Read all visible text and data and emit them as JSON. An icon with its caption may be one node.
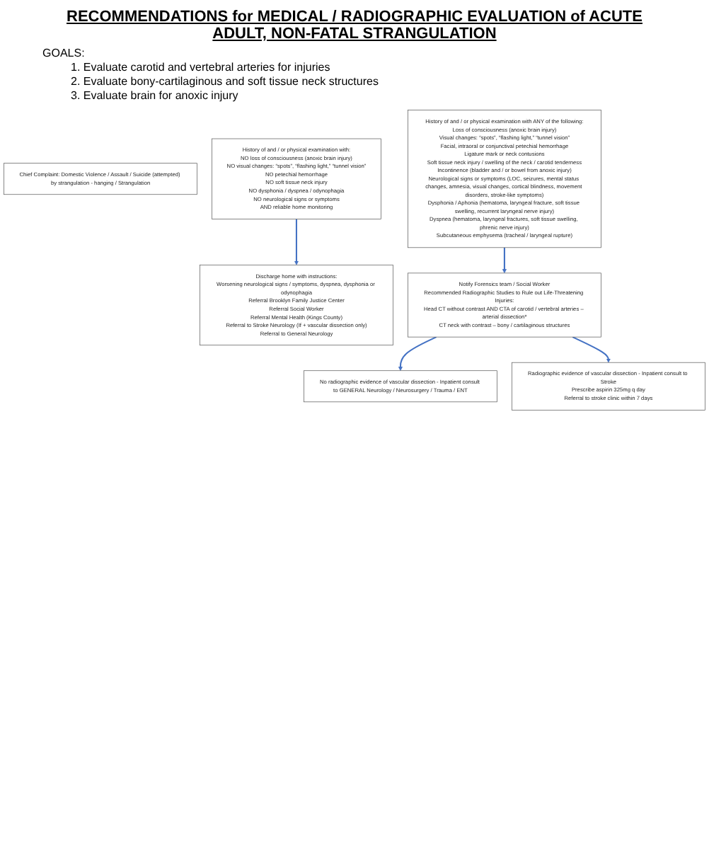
{
  "diagram": {
    "title": "RECOMMENDATIONS for MEDICAL / RADIOGRAPHIC EVALUATION of ACUTE ADULT, NON-FATAL STRANGULATION",
    "nodes": [
      {
        "text": [
          "Chief Complaint: Domestic Violence / Assault / Suicide (attempted) by strangulation - hanging / Strangulation"
        ]
      },
      {
        "text": [
          "History of and / or physical examination with ANY of the following:",
          "Loss of consciousness (anoxic brain injury)",
          "Visual changes: “spots”, “flashing light,” “tunnel vision”",
          "Facial, intraoral or conjunctival petechial hemorrhage",
          "Ligature mark or neck contusions",
          "Soft tissue neck injury / swelling of the neck / carotid tenderness",
          "Incontinence (bladder and / or bowel from anoxic injury)",
          "Neurological signs or symptoms (LOC, seizures, mental status changes, amnesia, visual changes, cortical blindness, movement disorders, stroke-like symptoms)",
          "Dysphonia / Aphonia (hematoma, laryngeal fracture, soft tissue swelling, recurrent laryngeal nerve injury)",
          "Dyspnea (hematoma, laryngeal fractures, soft tissue swelling, phrenic nerve injury)",
          "Subcutaneous emphysema (tracheal / laryngeal rupture)"
        ]
      },
      {
        "text": [
          "History of and / or physical examination with:",
          "NO loss of consciousness (anoxic brain injury)",
          "NO visual changes: “spots”, “flashing light,” “tunnel vision”",
          "NO petechial hemorrhage",
          "NO soft tissue neck injury",
          "NO dysphonia / dyspnea / odynophagia",
          "NO neurological signs or symptoms",
          "AND reliable home monitoring"
        ]
      },
      {
        "text": [
          "Discharge home with instructions:",
          "Worsening neurological signs / symptoms, dyspnea, dysphonia or odynophagia",
          "Referral Brooklyn Family Justice Center",
          "Referral Social Worker",
          "Referral Mental Health (Kings County)",
          "Referral to Stroke Neurology (If + vascular dissection only)",
          "Referral to General Neurology"
        ]
      },
      {
        "text": [
          "Notify Forensics team / Social Worker",
          "Recommended Radiographic Studies to Rule out Life-Threatening Injuries:",
          "Head CT without contrast AND CTA of carotid / vertebral arteries – arterial dissection*",
          "CT neck with contrast – bony / cartilaginous structures"
        ]
      },
      {
        "text": [
          "No radiographic evidence of vascular dissection - Inpatient consult to GENERAL Neurology / Neurosurgery / Trauma / ENT"
        ]
      },
      {
        "text": [
          "Radiographic evidence of vascular dissection - Inpatient consult to Stroke",
          "Prescribe aspirin 325mg q day",
          "Referral to stroke clinic within 7 days"
        ]
      }
    ],
    "edges": [
      {
        "from": 1,
        "to": 4,
        "arrow": "to"
      },
      {
        "from": 2,
        "to": 3,
        "arrow": "to"
      },
      {
        "from": 4,
        "to": 5,
        "arrow": "to"
      },
      {
        "from": 4,
        "to": 6,
        "arrow": "to"
      }
    ],
    "labels": [
      "GOALS:",
      "1. Evaluate carotid and vertebral arteries for injuries",
      "2. Evaluate bony-cartilaginous and soft tissue neck structures",
      "3. Evaluate brain for anoxic injury"
    ]
  }
}
